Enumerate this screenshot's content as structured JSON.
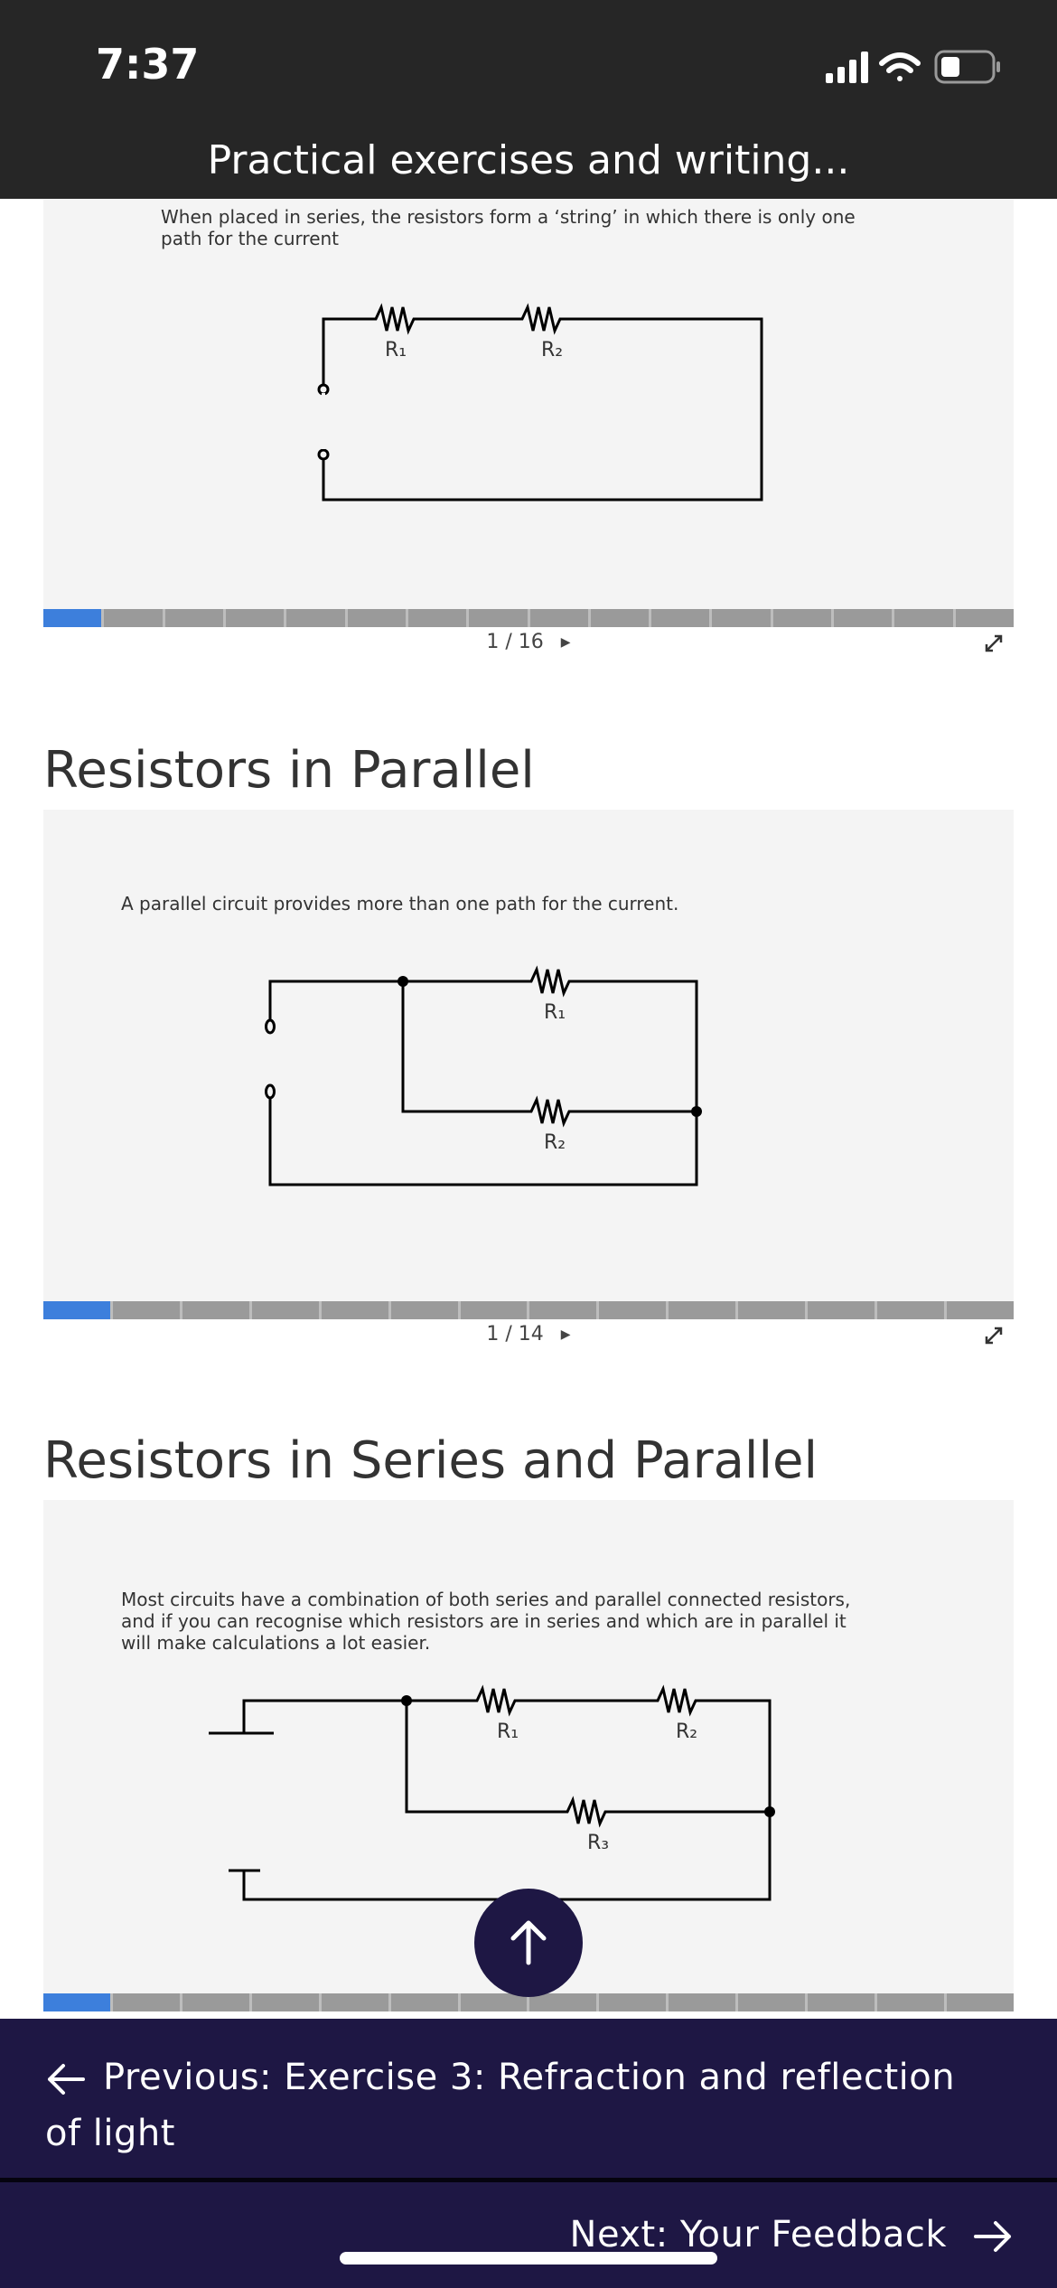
{
  "status_bar": {
    "time": "7:37"
  },
  "header": {
    "title": "Practical exercises and writing..."
  },
  "slides": [
    {
      "text": "When placed in series, the resistors form a ‘string’ in which there is only one path for the current",
      "labels": {
        "r1": "R₁",
        "r2": "R₂"
      },
      "total_slides": 16,
      "current_slide": 1,
      "counter": "1  /  16"
    },
    {
      "heading": "Resistors in Parallel",
      "text": "A parallel circuit provides more than one path for the current.",
      "labels": {
        "r1": "R₁",
        "r2": "R₂"
      },
      "total_slides": 14,
      "current_slide": 1,
      "counter": "1  /  14"
    },
    {
      "heading": "Resistors in Series and Parallel",
      "text": "Most circuits have a combination of both series and parallel connected resistors, and if you can recognise which resistors are in series and which are in parallel it will make calculations a lot easier.",
      "labels": {
        "r1": "R₁",
        "r2": "R₂",
        "r3": "R₃"
      },
      "total_slides": 14,
      "current_slide": 1
    }
  ],
  "footer": {
    "previous_label": "Previous: Exercise 3: Refraction and reflection of light",
    "next_label": "Next: Your Feedback"
  },
  "colors": {
    "progress_active": "#3d7fdc",
    "footer_bg": "#1e1744",
    "header_bg": "#262626"
  },
  "icons": {
    "back": "arrow-left-icon",
    "forward": "arrow-right-icon",
    "scroll_top": "arrow-up-icon",
    "expand": "expand-icon"
  }
}
